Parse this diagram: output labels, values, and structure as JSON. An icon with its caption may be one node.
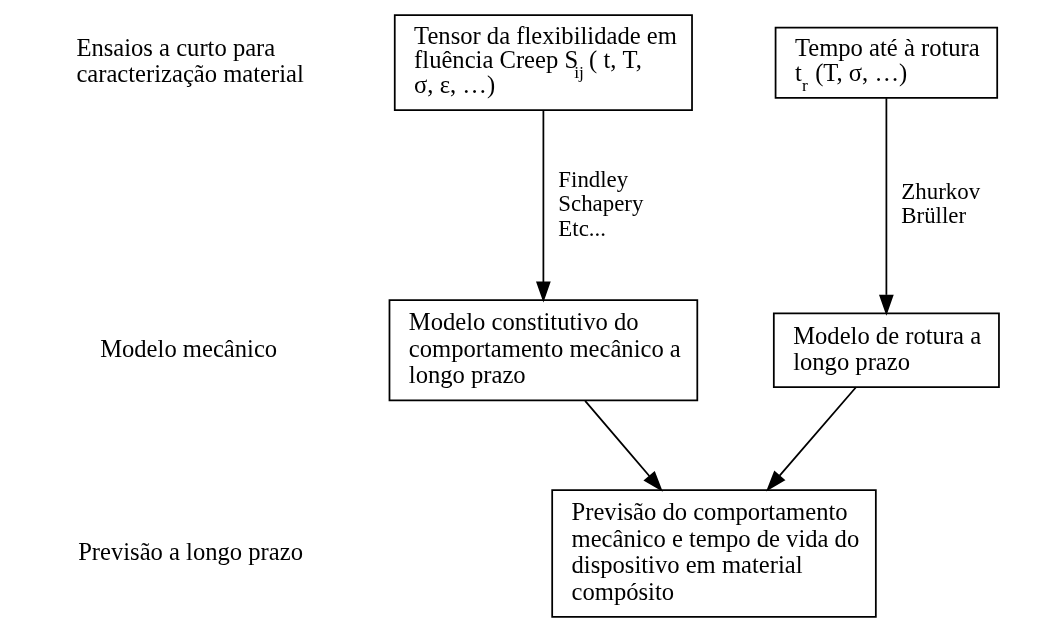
{
  "diagram": {
    "nodes": [
      {
        "text": [
          "Tensor da flexibilidade em fluência Creep S$_{ij}$ ( t, T, σ, ε, …)"
        ]
      },
      {
        "text": [
          "Tempo até à rotura t$_{r}$ (T, σ, …)"
        ]
      },
      {
        "text": [
          "Modelo constitutivo do comportamento mecânico a longo prazo"
        ]
      },
      {
        "text": [
          "Modelo de rotura a longo prazo"
        ]
      },
      {
        "text": [
          "Previsão do comportamento mecânico e tempo de vida do dispositivo em material compósito"
        ]
      }
    ],
    "edges": [
      {
        "from": 0,
        "to": 2,
        "arrow": "to",
        "label": "Findley Schapery Etc..."
      },
      {
        "from": 1,
        "to": 3,
        "arrow": "to",
        "label": "Zhurkov Brüller"
      },
      {
        "from": 2,
        "to": 4,
        "arrow": "to"
      },
      {
        "from": 3,
        "to": 4,
        "arrow": "to"
      }
    ],
    "labels": [
      "Ensaios a curto para caracterização material",
      "Modelo mecânico",
      "Previsão a longo prazo"
    ]
  }
}
